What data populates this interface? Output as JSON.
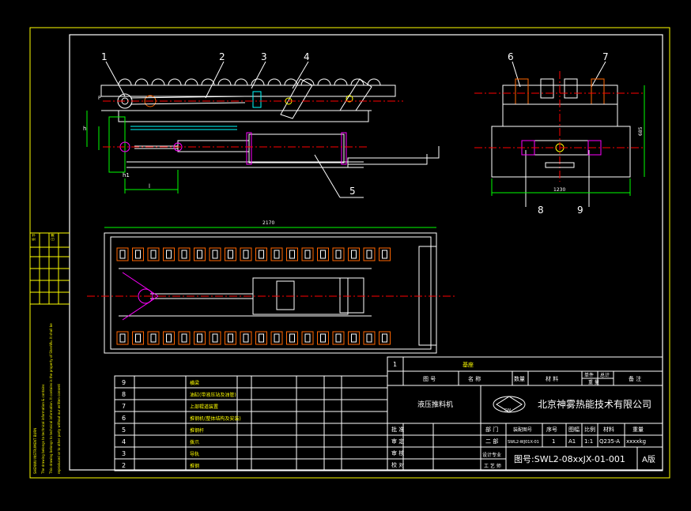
{
  "callouts": [
    "1",
    "2",
    "3",
    "4",
    "5",
    "6",
    "7",
    "8",
    "9"
  ],
  "dims": {
    "overall_length": "2170",
    "side_height": "685",
    "side_width": "1230",
    "left_h": "h",
    "left_h1": "h1",
    "left_l": "l",
    "left_p": "P"
  },
  "parts_list": {
    "rows": [
      {
        "no": "9",
        "name": "横梁"
      },
      {
        "no": "8",
        "name": "油缸(带液压站及油管)"
      },
      {
        "no": "7",
        "name": "上部辊道装置"
      },
      {
        "no": "6",
        "name": "推钢机(整体结构及安装)"
      },
      {
        "no": "5",
        "name": "推钢杆"
      },
      {
        "no": "4",
        "name": "拨爪"
      },
      {
        "no": "3",
        "name": "导轨"
      },
      {
        "no": "2",
        "name": "推钢"
      }
    ]
  },
  "title_block": {
    "row1_no": "1",
    "row1_name": "基座",
    "hdr_code": "图 号",
    "hdr_name": "名 称",
    "hdr_qty": "数量",
    "hdr_material": "材 料",
    "hdr_single": "单件",
    "hdr_total": "总计",
    "hdr_weight": "重 量",
    "hdr_remark": "备 注",
    "drawing_title": "液压推料机",
    "company": "北京神雾热能技术有限公司",
    "logo_text": "SW",
    "cell_dept": "部 门",
    "cell_drawing_no": "装配图号",
    "cell_seq": "序号",
    "cell_format": "图幅",
    "cell_scale": "比例",
    "cell_material": "材料",
    "cell_weight": "重量",
    "val_dept": "二 部",
    "val_drawing_no": "SWL2-WJ01X-01",
    "val_seq": "1",
    "val_format": "A1",
    "val_scale": "1:1",
    "val_material": "Q235-A",
    "val_weight": "xxxxkg",
    "drawing_number": "图号:SWL2-08xxJX-01-001",
    "revision": "A版",
    "sign_labels": [
      "批 准",
      "审 定",
      "审 核",
      "校 对",
      "设 计"
    ],
    "design_major": "设计专业",
    "craft": "工 艺 师"
  },
  "side_strip": {
    "marks": [
      "签 字",
      "日 期"
    ],
    "notes": [
      "SHENWU INSTRUMENT BURN",
      "The drawing belongs to technical information & contains",
      "This drawing belongs to technical information. It contains is the property of ShenWu. It shall be",
      "reproduced or to other party without our written consent"
    ]
  }
}
